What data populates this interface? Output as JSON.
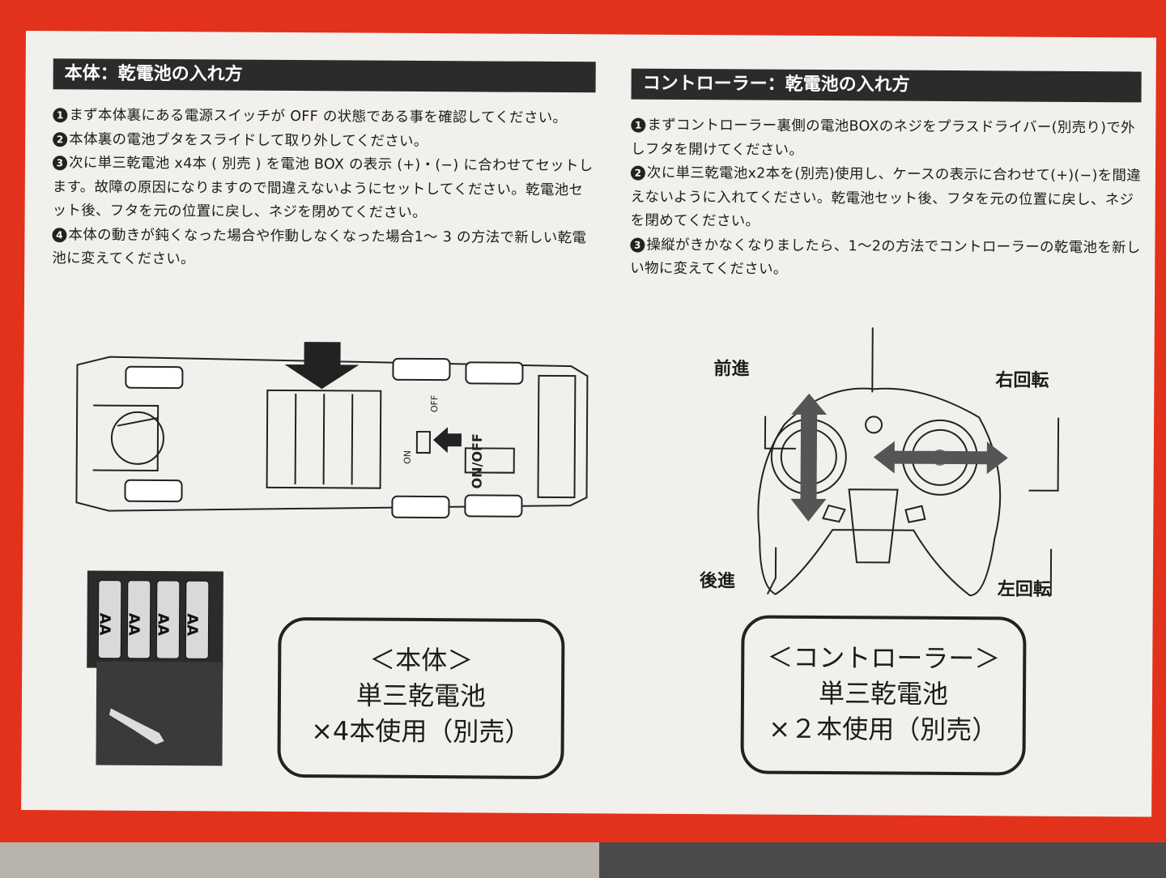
{
  "left": {
    "header": "本体：乾電池の入れ方",
    "steps": [
      {
        "num": "1",
        "text": "まず本体裏にある電源スイッチが OFF の状態である事を確認してください。"
      },
      {
        "num": "2",
        "text": "本体裏の電池ブタをスライドして取り外してください。"
      },
      {
        "num": "3",
        "text": "次に単三乾電池 x4本 ( 別売 ) を電池 BOX の表示 (+)・(−) に合わせてセットします。故障の原因になりますので間違えないようにセットしてください。乾電池セット後、フタを元の位置に戻し、ネジを閉めてください。"
      },
      {
        "num": "4",
        "text": "本体の動きが鈍くなった場合や作動しなくなった場合1〜 3 の方法で新しい乾電池に変えてください。"
      }
    ],
    "switch_labels": {
      "on": "ON",
      "off": "OFF",
      "onoff": "ON/OFF"
    },
    "battery_label": "AA",
    "box": {
      "line1": "＜本体＞",
      "line2": "単三乾電池",
      "line3": "×4本使用（別売）"
    }
  },
  "right": {
    "header": "コントローラー：乾電池の入れ方",
    "steps": [
      {
        "num": "1",
        "text": "まずコントローラー裏側の電池BOXのネジをプラスドライバー(別売り)で外しフタを開けてください。"
      },
      {
        "num": "2",
        "text": "次に単三乾電池x2本を(別売)使用し、ケースの表示に合わせて(+)(−)を間違えないように入れてください。乾電池セット後、フタを元の位置に戻し、ネジを閉めてください。"
      },
      {
        "num": "3",
        "text": "操縦がきかなくなりましたら、1〜2の方法でコントローラーの乾電池を新しい物に変えてください。"
      }
    ],
    "labels": {
      "forward": "前進",
      "backward": "後進",
      "right_turn": "右回転",
      "left_turn": "左回転"
    },
    "box": {
      "line1": "＜コントローラー＞",
      "line2": "単三乾電池",
      "line3": "×２本使用（別売）"
    }
  },
  "colors": {
    "frame": "#e2321b",
    "panel": "#f2f0ed",
    "header": "#2b2b2b",
    "arrow": "#555555"
  }
}
